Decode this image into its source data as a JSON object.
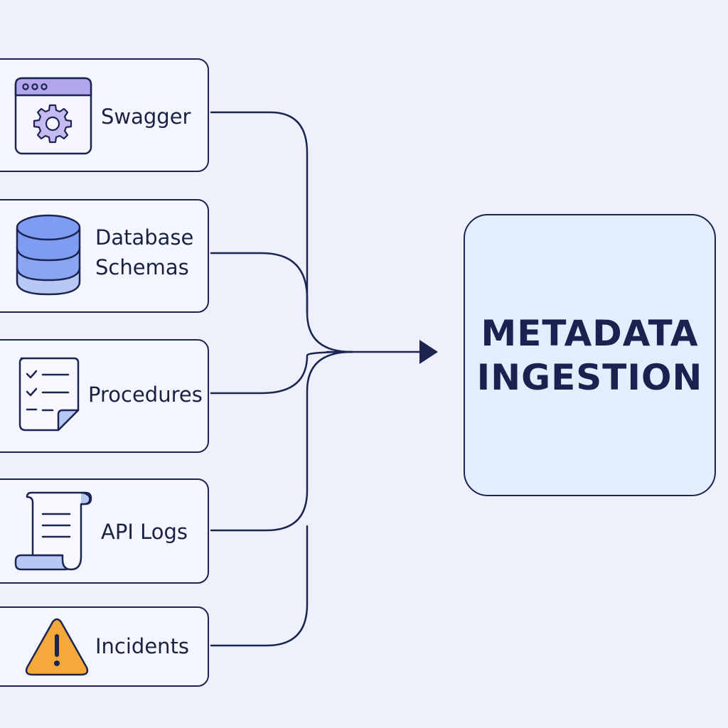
{
  "sources": [
    {
      "id": "swagger",
      "label": "Swagger",
      "icon": "settings-window-icon"
    },
    {
      "id": "database-schemas",
      "label": "Database\nSchemas",
      "icon": "database-icon"
    },
    {
      "id": "procedures",
      "label": "Procedures",
      "icon": "checklist-icon"
    },
    {
      "id": "api-logs",
      "label": "API Logs",
      "icon": "scroll-icon"
    },
    {
      "id": "incidents",
      "label": "Incidents",
      "icon": "warning-icon"
    }
  ],
  "target": {
    "title": "METADATA\nINGESTION"
  },
  "colors": {
    "background": "#eef1fb",
    "stroke": "#1c2450",
    "card_fill": "#f4f6fd",
    "target_fill": "#e2eefc",
    "accent_purple": "#b3a6ec",
    "accent_blue": "#7d9cf2",
    "warning_orange": "#f5a93a"
  }
}
